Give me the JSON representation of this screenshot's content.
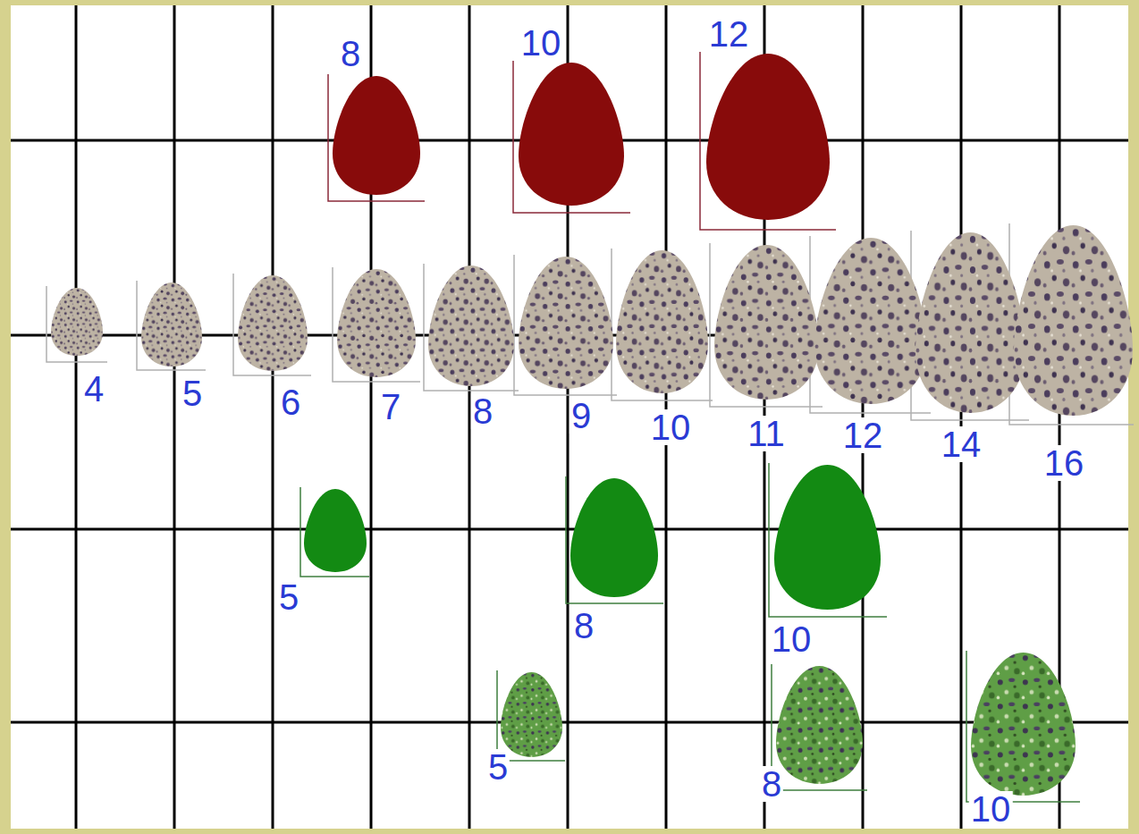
{
  "diagram": {
    "labels": [
      "8",
      "10",
      "12",
      "4",
      "5",
      "6",
      "7",
      "8",
      "9",
      "10",
      "11",
      "12",
      "14",
      "16",
      "5",
      "8",
      "10",
      "5",
      "8",
      "10"
    ]
  }
}
